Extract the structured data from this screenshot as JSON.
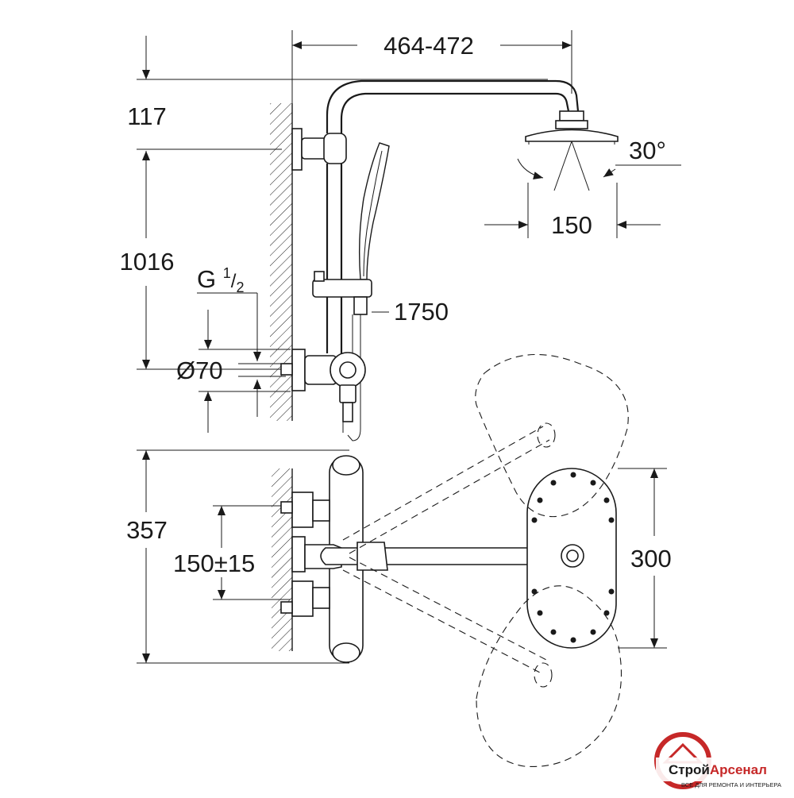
{
  "diagram": {
    "dimensions": {
      "arm_length": "464-472",
      "offset_top": "117",
      "rail_height": "1016",
      "thread": "G",
      "thread_num": "1",
      "thread_den": "2",
      "head_angle": "30°",
      "head_diameter": "150",
      "hose_length": "1750",
      "rosette_diameter": "Ø70",
      "depth": "357",
      "inlet_spacing": "150±15",
      "head_plate": "300"
    }
  },
  "logo": {
    "brand_part1": "Строй",
    "brand_part2": "Арсенал",
    "tagline": "ВСЕ ДЛЯ РЕМОНТА И ИНТЕРЬЕРА",
    "accent_color": "#c62828"
  }
}
